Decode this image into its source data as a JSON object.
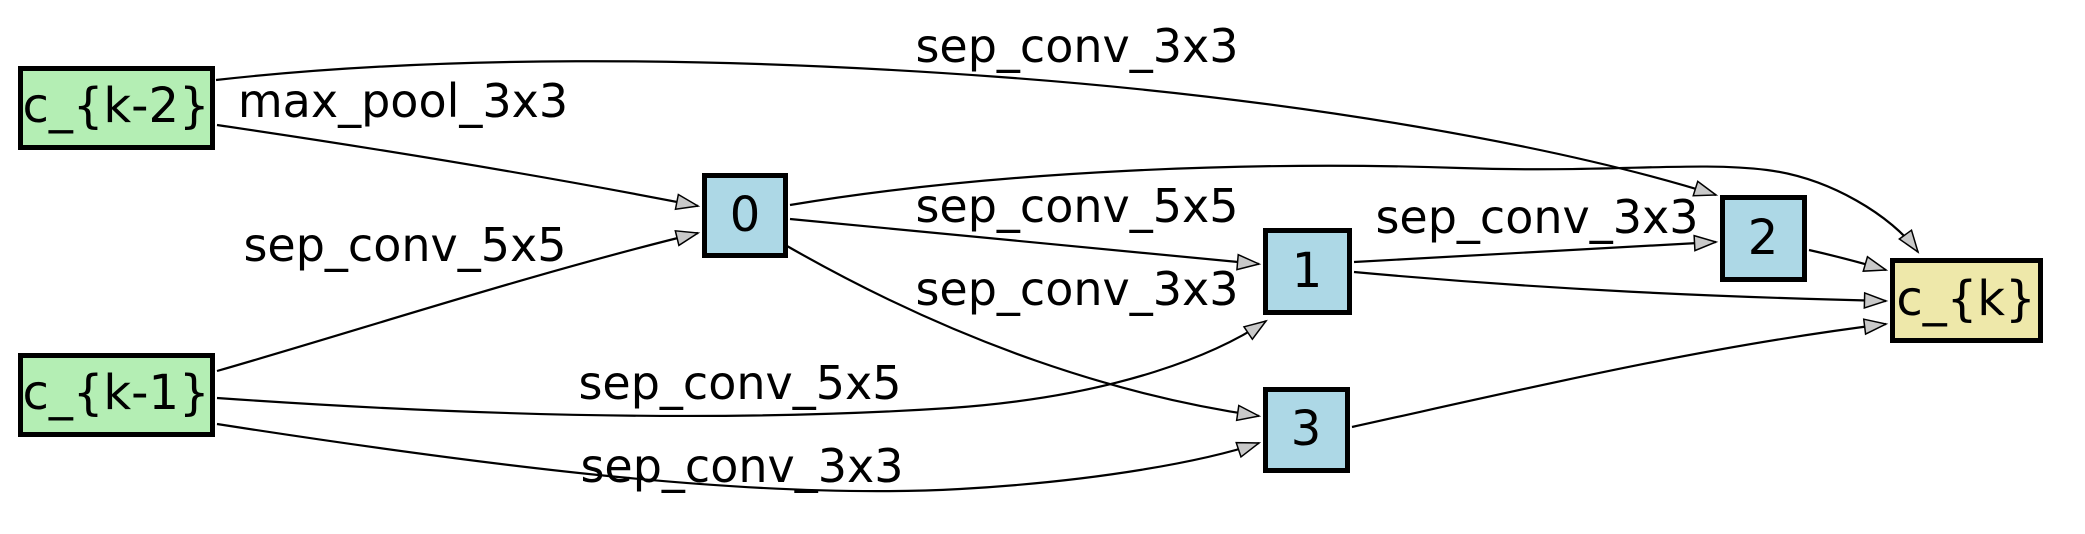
{
  "diagram": {
    "kind": "neural-architecture-search-cell",
    "colors": {
      "background": "#ffffff",
      "input_node_fill": "#b4eeb4",
      "intermediate_node_fill": "#add8e6",
      "output_node_fill": "#eee8aa",
      "node_border": "#000000",
      "edge_stroke": "#000000",
      "arrowhead_fill": "#c9c9c9",
      "text": "#000000"
    },
    "nodes": {
      "ck2": {
        "label": "c_{k-2}",
        "fill": "#b4eeb4",
        "role": "input"
      },
      "ck1": {
        "label": "c_{k-1}",
        "fill": "#b4eeb4",
        "role": "input"
      },
      "n0": {
        "label": "0",
        "fill": "#add8e6",
        "role": "intermediate"
      },
      "n1": {
        "label": "1",
        "fill": "#add8e6",
        "role": "intermediate"
      },
      "n2": {
        "label": "2",
        "fill": "#add8e6",
        "role": "intermediate"
      },
      "n3": {
        "label": "3",
        "fill": "#add8e6",
        "role": "intermediate"
      },
      "ck": {
        "label": "c_{k}",
        "fill": "#eee8aa",
        "role": "output"
      }
    },
    "edges": {
      "ck2_to_0": {
        "from": "c_{k-2}",
        "to": "0",
        "op": "max_pool_3x3"
      },
      "ck1_to_0": {
        "from": "c_{k-1}",
        "to": "0",
        "op": "sep_conv_5x5"
      },
      "ck2_to_2": {
        "from": "c_{k-2}",
        "to": "2",
        "op": "sep_conv_3x3"
      },
      "n0_to_1": {
        "from": "0",
        "to": "1",
        "op": "sep_conv_5x5"
      },
      "n0_to_3": {
        "from": "0",
        "to": "3",
        "op": "sep_conv_3x3"
      },
      "ck1_to_1": {
        "from": "c_{k-1}",
        "to": "1",
        "op": "sep_conv_5x5"
      },
      "ck1_to_3": {
        "from": "c_{k-1}",
        "to": "3",
        "op": "sep_conv_3x3"
      },
      "n1_to_2": {
        "from": "1",
        "to": "2",
        "op": "sep_conv_3x3"
      },
      "n0_to_ck": {
        "from": "0",
        "to": "c_{k}",
        "op": ""
      },
      "n2_to_ck": {
        "from": "2",
        "to": "c_{k}",
        "op": ""
      },
      "n1_to_ck": {
        "from": "1",
        "to": "c_{k}",
        "op": ""
      },
      "n3_to_ck": {
        "from": "3",
        "to": "c_{k}",
        "op": ""
      }
    }
  }
}
